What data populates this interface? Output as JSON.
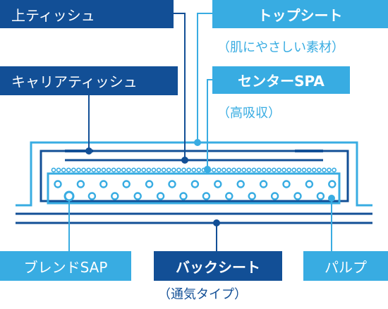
{
  "labels": {
    "top_tissue": "上ティッシュ",
    "carrier_tissue": "キャリアティッシュ",
    "top_sheet": "トップシート",
    "top_sheet_sub": "（肌にやさしい素材）",
    "center_spa": "センターSPA",
    "center_spa_sub": "（高吸収）",
    "blend_sap": "ブレンドSAP",
    "back_sheet": "バックシート",
    "back_sheet_sub": "（通気タイプ）",
    "pulp": "パルプ"
  },
  "colors": {
    "dark_blue": "#124f96",
    "light_blue": "#38ace2",
    "white": "#ffffff"
  }
}
